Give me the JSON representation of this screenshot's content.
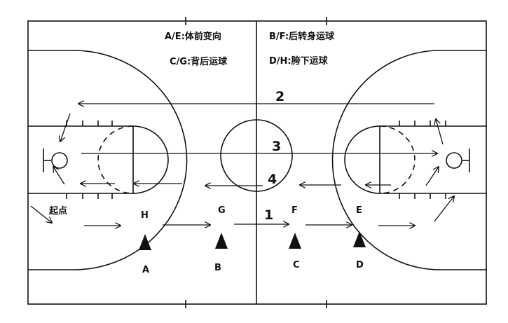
{
  "legend": {
    "ae": "A/E:体前变向",
    "bf": "B/F:后转身运球",
    "cg": "C/G:背后运球",
    "dh": "D/H:胯下运球"
  },
  "route_numbers": {
    "n1": "1",
    "n2": "2",
    "n3": "3",
    "n4": "4"
  },
  "start_label": "起点",
  "point_labels_top": {
    "h": "H",
    "g": "G",
    "f": "F",
    "e": "E"
  },
  "point_labels_bottom": {
    "a": "A",
    "b": "B",
    "c": "C",
    "d": "D"
  },
  "colors": {
    "lines": "#111111",
    "background": "#ffffff"
  }
}
